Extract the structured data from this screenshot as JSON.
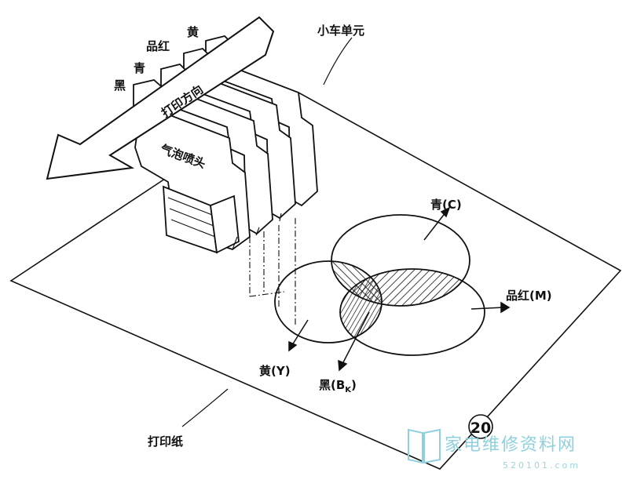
{
  "labels": {
    "yellow_top": "黄",
    "magenta_top": "品红",
    "cyan_top": "青",
    "black_top": "黑",
    "cart_unit": "小车单元",
    "print_direction": "打印方向",
    "bubble_nozzle": "气泡喷头",
    "cyan_c": "青(C)",
    "magenta_m": "品红(M)",
    "yellow_y": "黄(Y)",
    "black_bk_main": "黑(B",
    "black_bk_sub": "K",
    "black_bk_close": ")",
    "paper": "打印纸",
    "figure_number": "20"
  },
  "watermark": {
    "text": "家电维修资料网",
    "url": "520101.com",
    "color": "#8fd0dc"
  },
  "colors": {
    "ink": "#111111",
    "background": "#ffffff"
  }
}
